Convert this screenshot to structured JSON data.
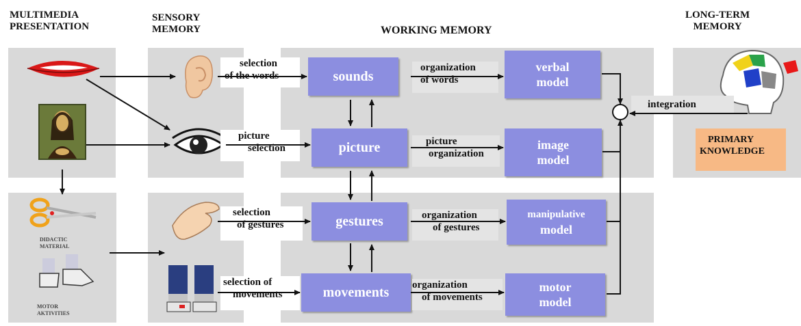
{
  "headers": {
    "multimedia": [
      "MULTIMEDIA",
      "PRESENTATION"
    ],
    "sensory": [
      "SENSORY",
      "MEMORY"
    ],
    "working": "WORKING MEMORY",
    "longterm": [
      "LONG-TERM",
      "MEMORY"
    ]
  },
  "inputs": {
    "didactic": [
      "DIDACTIC",
      "MATERIAL"
    ],
    "motor": [
      "MOTOR",
      "AKTIVITIES"
    ]
  },
  "selections": [
    [
      "selection",
      "of the words"
    ],
    [
      "picture",
      "selection"
    ],
    [
      "selection",
      "of gestures"
    ],
    [
      "selection of",
      "movements"
    ]
  ],
  "processes": [
    "sounds",
    "picture",
    "gestures",
    "movements"
  ],
  "organizations": [
    [
      "organization",
      "of words"
    ],
    [
      "picture",
      "organization"
    ],
    [
      "organization",
      "of gestures"
    ],
    [
      "organization",
      "of movements"
    ]
  ],
  "models": [
    [
      "verbal",
      "model"
    ],
    [
      "image",
      "model"
    ],
    [
      "manipulative",
      "model"
    ],
    [
      "motor",
      "model"
    ]
  ],
  "integration": "integration",
  "primary_knowledge": [
    "PRIMARY",
    "KNOWLEDGE"
  ],
  "colors": {
    "panel": "#d9d9d9",
    "process_box": "#8c8ee0",
    "primary_knowledge": "#f7b985"
  }
}
